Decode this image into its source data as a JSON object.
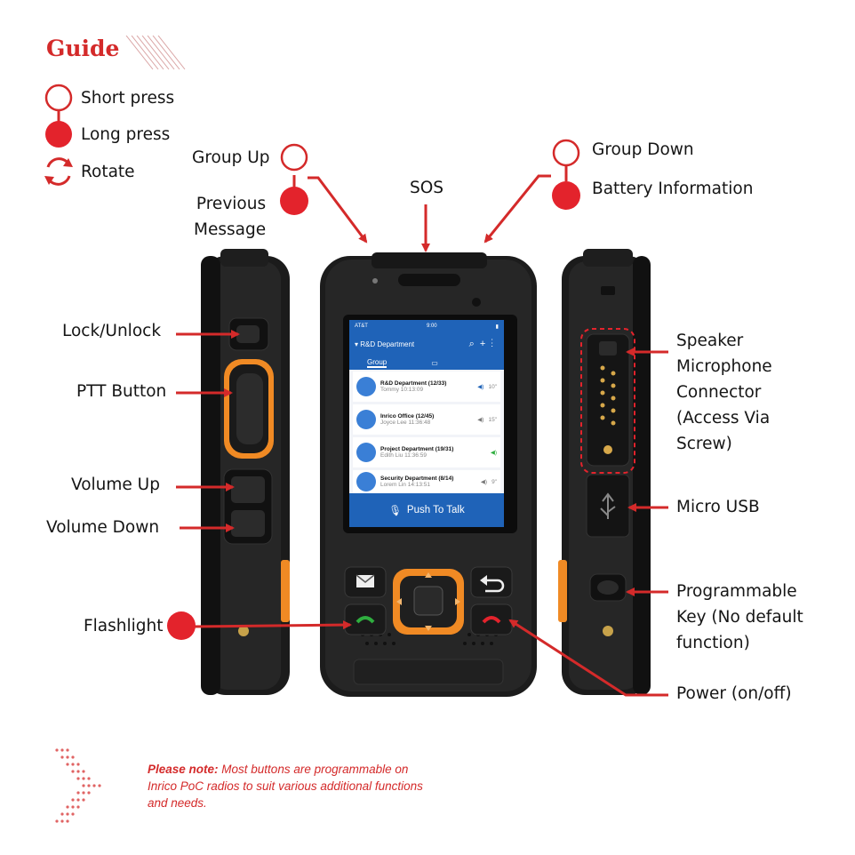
{
  "guide": {
    "title": "Guide",
    "legend": [
      {
        "icon": "open-circle-icon",
        "label": "Short press"
      },
      {
        "icon": "filled-circle-icon",
        "label": "Long press"
      },
      {
        "icon": "rotate-icon",
        "label": "Rotate"
      }
    ]
  },
  "callouts": {
    "group_up": "Group Up",
    "previous_message": "Previous\nMessage",
    "sos": "SOS",
    "group_down": "Group Down",
    "battery_information": "Battery Information",
    "lock_unlock": "Lock/Unlock",
    "ptt_button": "PTT Button",
    "volume_up": "Volume Up",
    "volume_down": "Volume Down",
    "flashlight": "Flashlight",
    "speaker_microphone": "Speaker\nMicrophone\nConnector\n(Access Via\nScrew)",
    "micro_usb": "Micro USB",
    "programmable_key": "Programmable\nKey (No default\nfunction)",
    "power": "Power (on/off)"
  },
  "screen": {
    "carrier": "AT&T",
    "time": "9:00",
    "group_title": "▾ R&D Department",
    "tab_group": "Group",
    "push_to_talk": "Push To Talk",
    "groups": [
      {
        "name": "R&D Department (12/33)",
        "member": "Tommy",
        "time": "10:13:09",
        "extra": "10\""
      },
      {
        "name": "Inrico Office (12/45)",
        "member": "Joyce Lee",
        "time": "11:36:48",
        "extra": "15\""
      },
      {
        "name": "Project Department (19/31)",
        "member": "Edith Liu",
        "time": "11:36:59",
        "extra": ""
      },
      {
        "name": "Security Department (8/14)",
        "member": "Lorem Lin",
        "time": "14:13:51",
        "extra": "9\""
      }
    ]
  },
  "note": {
    "prefix": "Please note:",
    "text": " Most buttons are programmable on Inrico PoC radios to suit various additional functions and needs."
  },
  "colors": {
    "accent": "#d42a2a",
    "device_orange": "#f08a24",
    "screen_blue": "#1f63b8"
  }
}
